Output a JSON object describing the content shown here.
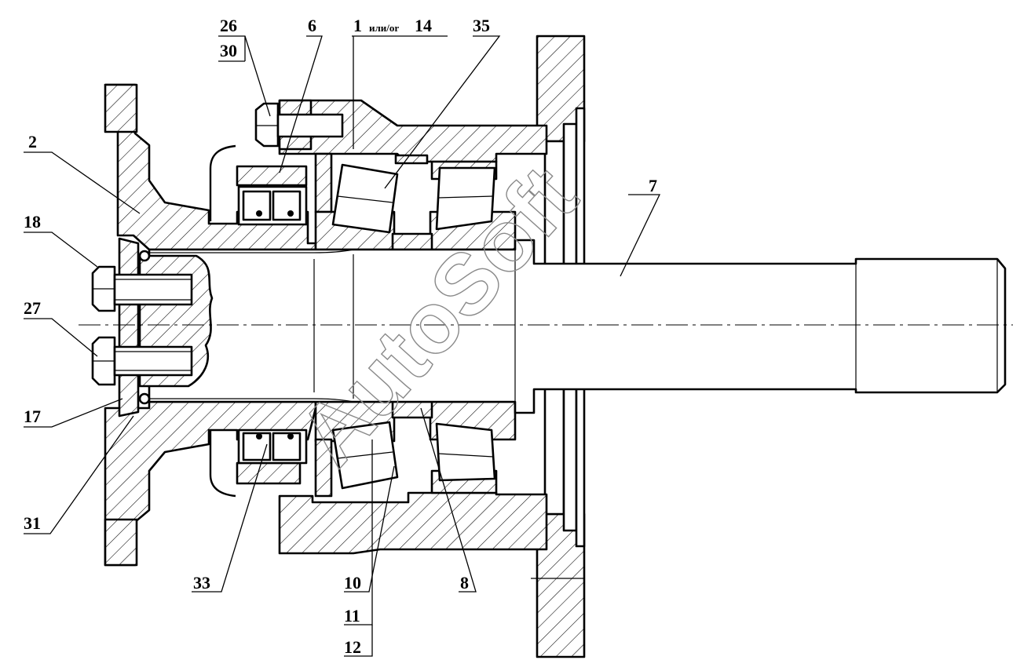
{
  "watermark": "AutoSoft",
  "labels": {
    "l26": "26",
    "l30": "30",
    "l6": "6",
    "l1": "1",
    "l1_note": "или/or",
    "l14": "14",
    "l35": "35",
    "l2": "2",
    "l7": "7",
    "l18": "18",
    "l27": "27",
    "l17": "17",
    "l31": "31",
    "l33": "33",
    "l10": "10",
    "l11": "11",
    "l12": "12",
    "l8": "8"
  }
}
